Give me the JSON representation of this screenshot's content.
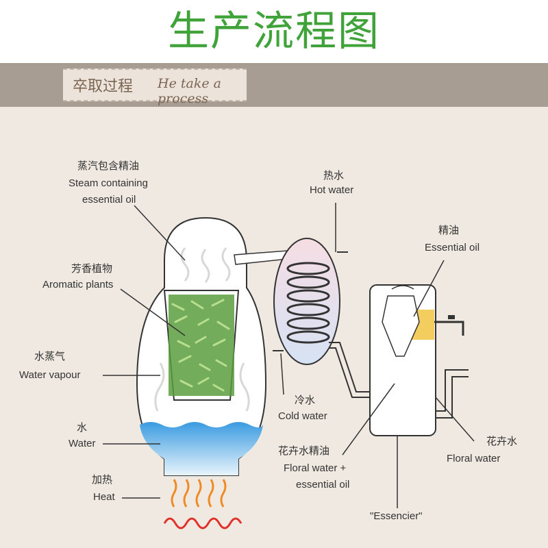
{
  "page_title": "生产流程图",
  "banner": {
    "cn": "卒取过程",
    "en": "He take a process"
  },
  "labels": {
    "steam_cn": "蒸汽包含精油",
    "steam_en1": "Steam containing",
    "steam_en2": "essential oil",
    "plants_cn": "芳香植物",
    "plants_en": "Aromatic plants",
    "vapour_cn": "水蒸气",
    "vapour_en": "Water vapour",
    "water_cn": "水",
    "water_en": "Water",
    "heat_cn": "加热",
    "heat_en": "Heat",
    "hot_cn": "热水",
    "hot_en": "Hot water",
    "cold_cn": "冷水",
    "cold_en": "Cold water",
    "oil_cn": "精油",
    "oil_en": "Essential oil",
    "floral_oil_cn": "花卉水精油",
    "floral_oil_en1": "Floral water +",
    "floral_oil_en2": "essential oil",
    "floral_cn": "花卉水",
    "floral_en": "Floral water",
    "essencier": "\"Essencier\""
  },
  "colors": {
    "title_green": "#3fa33a",
    "water_blue": "#3a9be0",
    "oil_yellow": "#f2c94c",
    "heat_orange": "#f08a24",
    "heat_red": "#e0322a"
  }
}
